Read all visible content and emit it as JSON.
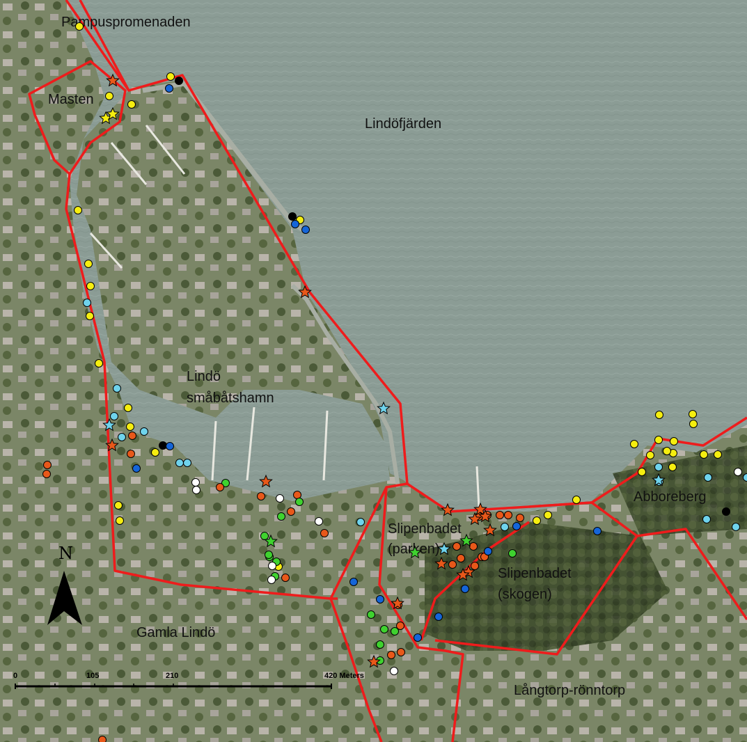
{
  "map": {
    "labels": {
      "pampus": "Pampuspromenaden",
      "masten": "Masten",
      "lindofjarden": "Lindöfjärden",
      "lindo_l1": "Lindö",
      "lindo_l2": "småbåtshamn",
      "slip_p1": "Slipenbadet",
      "slip_p2": "(parken)",
      "slip_s1": "Slipenbadet",
      "slip_s2": "(skogen)",
      "abboreberg": "Abboreberg",
      "gamla_lindo": "Gamla Lindö",
      "langtorp": "Långtorp-rönntorp"
    },
    "north_label": "N",
    "scale_bar": {
      "ticks": [
        "0",
        "105",
        "210",
        "420 Meters"
      ]
    },
    "colors": {
      "water": "#8b9c95",
      "land": "#6f7a5e",
      "boundary": "#ee1c1c",
      "yellow": "#f5ee10",
      "blue": "#1565d8",
      "cyan": "#6fd3ec",
      "orange": "#e8581a",
      "green": "#3fd22f",
      "white": "#ffffff",
      "black": "#000000"
    }
  }
}
